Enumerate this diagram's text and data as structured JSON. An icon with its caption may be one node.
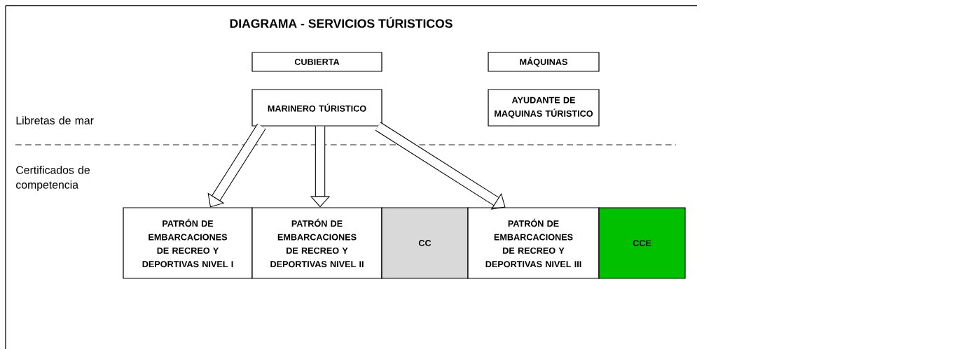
{
  "diagram": {
    "title": "DIAGRAMA - SERVICIOS TÚRISTICOS",
    "nodes": [
      {
        "text": [
          "CUBIERTA"
        ]
      },
      {
        "text": [
          "MÁQUINAS"
        ]
      },
      {
        "text": [
          "MARINERO TÚRISTICO"
        ]
      },
      {
        "text": [
          "AYUDANTE DE MAQUINAS TÚRISTICO"
        ]
      },
      {
        "text": [
          "PATRÓN DE EMBARCACIONES DE RECREO Y DEPORTIVAS NIVEL I"
        ]
      },
      {
        "text": [
          "PATRÓN DE EMBARCACIONES DE RECREO Y DEPORTIVAS NIVEL II"
        ]
      },
      {
        "text": [
          "CC"
        ]
      },
      {
        "text": [
          "PATRÓN DE EMBARCACIONES DE RECREO Y DEPORTIVAS NIVEL III"
        ]
      },
      {
        "text": [
          "CCE"
        ]
      }
    ],
    "edges": [
      {
        "from": 2,
        "to": 4,
        "arrow": "to"
      },
      {
        "from": 2,
        "to": 5,
        "arrow": "to"
      },
      {
        "from": 2,
        "to": 7,
        "arrow": "to"
      }
    ],
    "labels": [
      "Libretas de mar",
      "Certificados de competencia"
    ]
  }
}
